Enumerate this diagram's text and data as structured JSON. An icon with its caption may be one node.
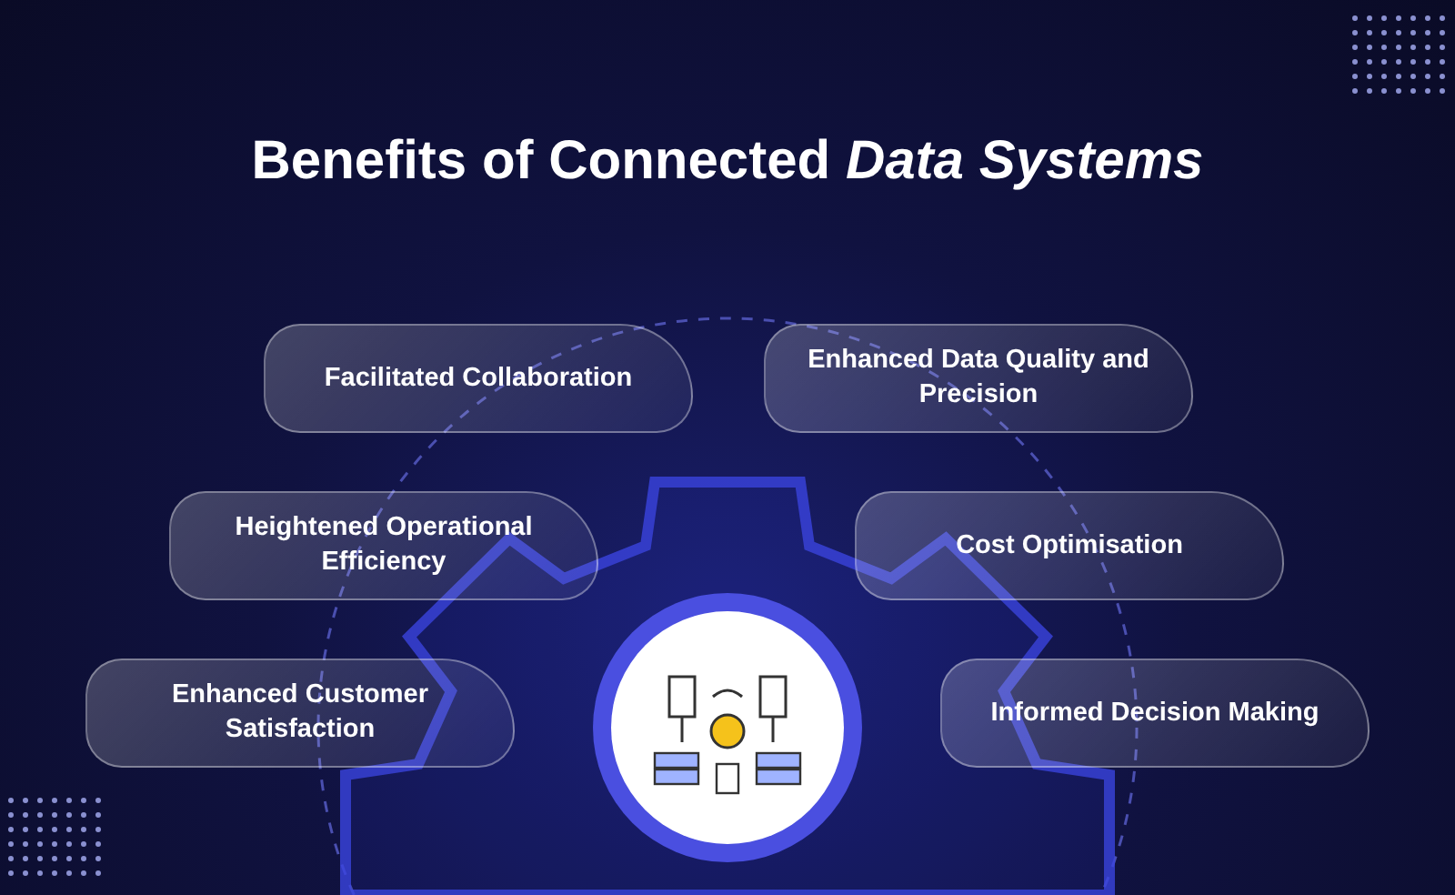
{
  "diagram": {
    "title": "Benefits of Connected *Data Systems*",
    "nodes": [
      {
        "text": [
          "Facilitated Collaboration"
        ]
      },
      {
        "text": [
          "Enhanced Data Quality and Precision"
        ]
      },
      {
        "text": [
          "Heightened Operational Efficiency"
        ]
      },
      {
        "text": [
          "Cost Optimisation"
        ]
      },
      {
        "text": [
          "Enhanced Customer Satisfaction"
        ]
      },
      {
        "text": [
          "Informed Decision Making"
        ]
      }
    ]
  }
}
